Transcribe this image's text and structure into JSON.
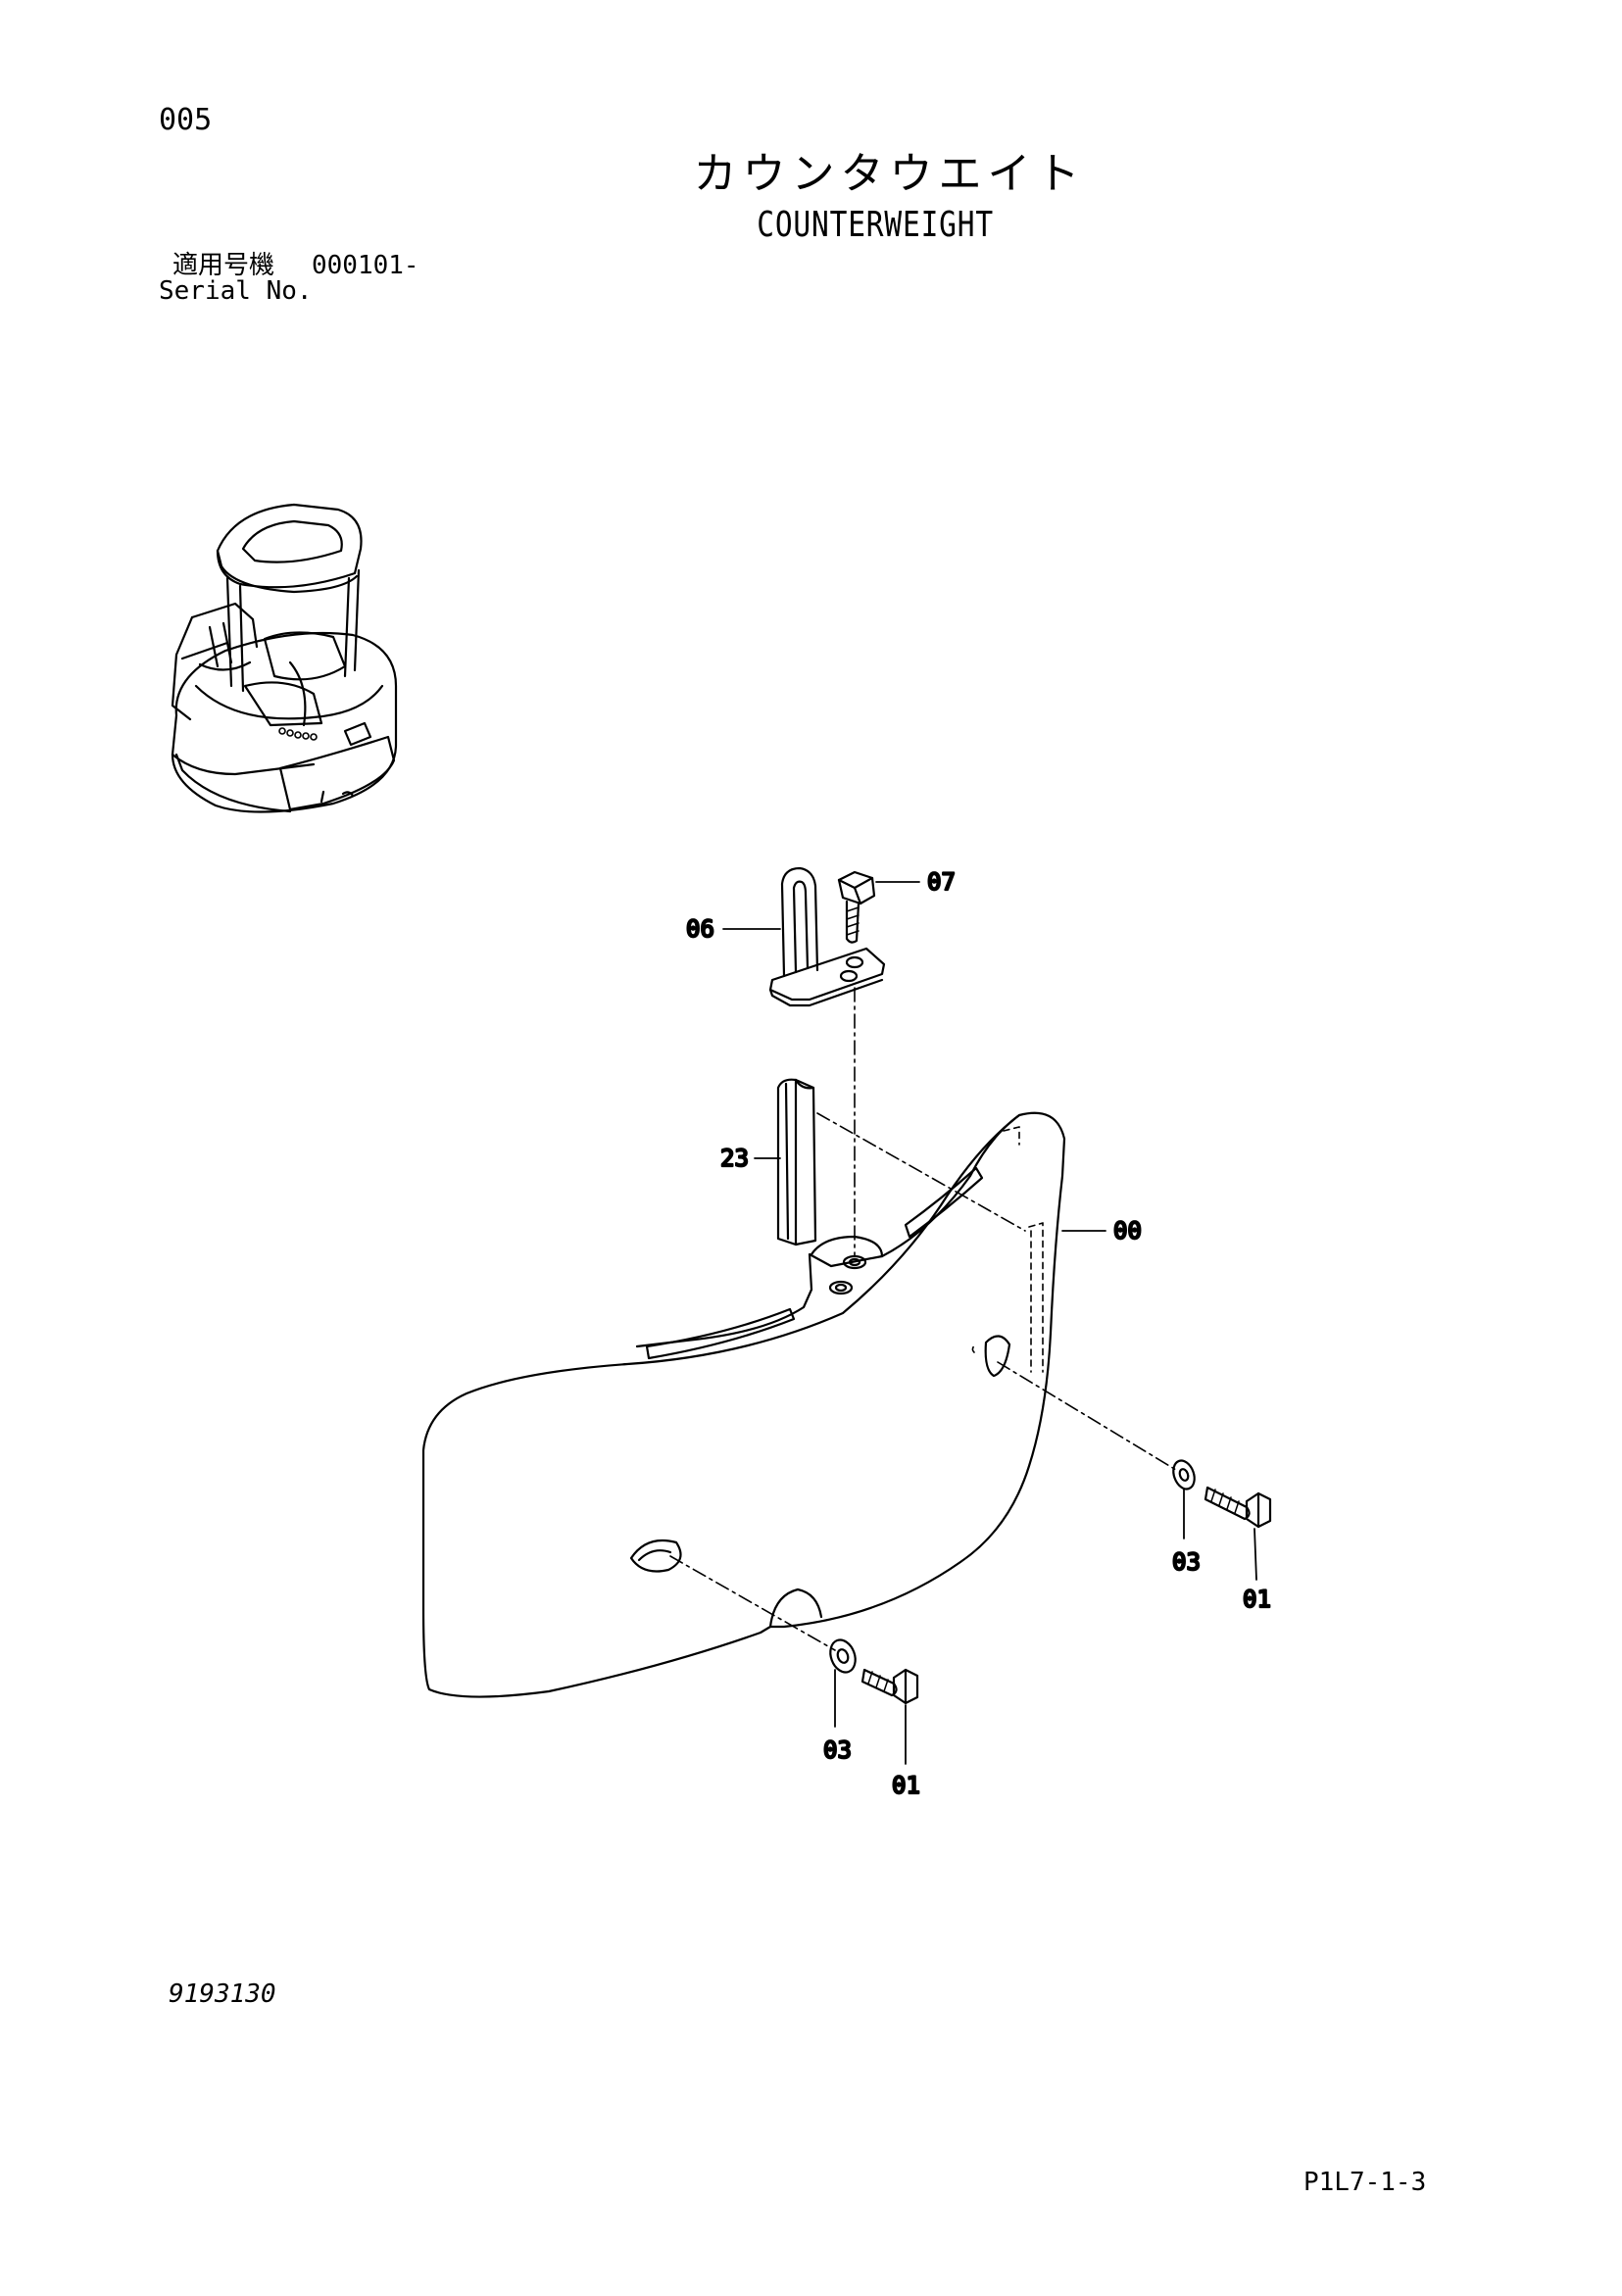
{
  "header": {
    "page_number": "005",
    "title_ja": "カウンタウエイト",
    "title_en": "COUNTERWEIGHT",
    "serial_label_ja": "適用号機",
    "serial_range": "000101-",
    "serial_label_en": "Serial No."
  },
  "callouts": {
    "c07": "07",
    "c06": "06",
    "c23": "23",
    "c00": "00",
    "c03_right": "03",
    "c01_right": "01",
    "c03_bottom": "03",
    "c01_bottom": "01"
  },
  "footer": {
    "drawing_number": "9193130",
    "page_code": "P1L7-1-3"
  }
}
